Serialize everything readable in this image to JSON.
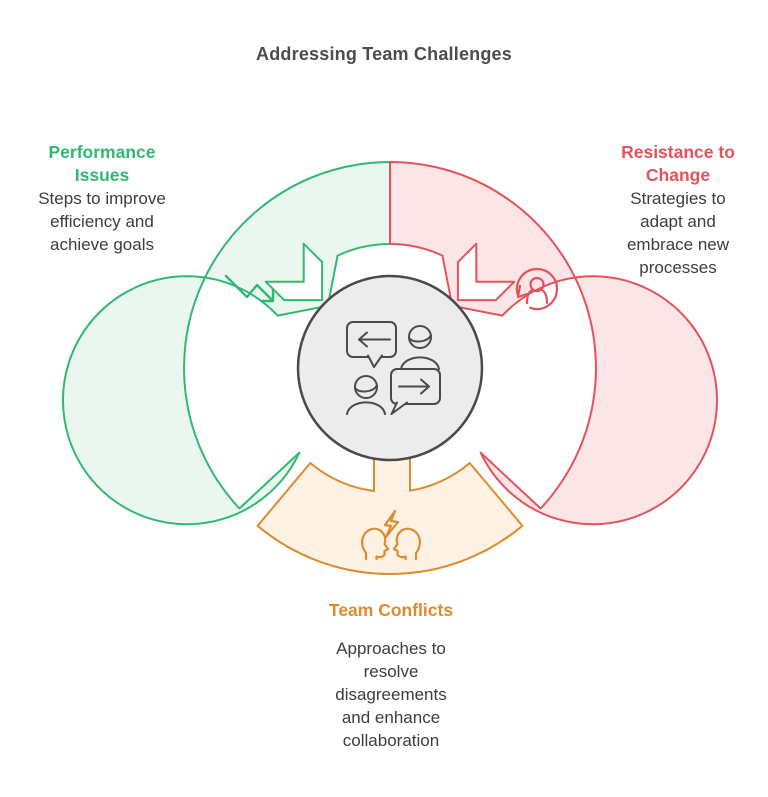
{
  "title": "Addressing Team Challenges",
  "segments": {
    "performance": {
      "label": "Performance Issues",
      "description": "Steps to improve efficiency and achieve goals",
      "accent_color": "#33b873",
      "fill_color": "#e9f7f0",
      "icon": "declining-zigzag-arrow"
    },
    "resistance": {
      "label": "Resistance to Change",
      "description": "Strategies to adapt and embrace new processes",
      "accent_color": "#e4535a",
      "fill_color": "#fce5e6",
      "icon": "person-cycle-arrow"
    },
    "conflicts": {
      "label": "Team Conflicts",
      "description": "Approaches to resolve disagreements and enhance collaboration",
      "accent_color": "#e08a2e",
      "fill_color": "#fdf2e3",
      "icon": "two-profiles-lightning"
    }
  },
  "center": {
    "icon": "team-communication",
    "fill_color": "#ececec",
    "stroke_color": "#4a4a4a"
  }
}
